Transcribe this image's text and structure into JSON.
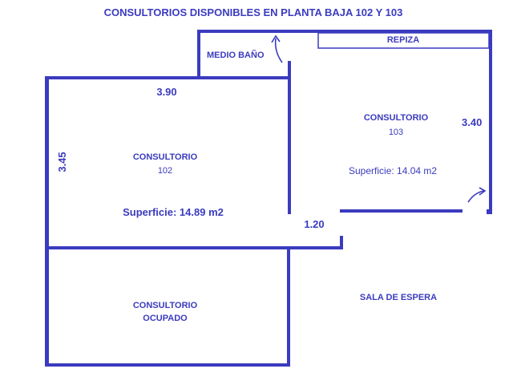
{
  "title": "CONSULTORIOS DISPONIBLES EN PLANTA BAJA 102 Y 103",
  "colors": {
    "wall": "#3b3bbf",
    "background": "#ffffff"
  },
  "rooms": {
    "medio_bano": {
      "label": "MEDIO BAÑO"
    },
    "repiza": {
      "label": "REPIZA"
    },
    "consultorio_102": {
      "name": "CONSULTORIO",
      "number": "102",
      "width_label": "3.90",
      "depth_label": "3.45",
      "area_label": "Superficie: 14.89 m2"
    },
    "consultorio_103": {
      "name": "CONSULTORIO",
      "number": "103",
      "depth_label": "3.40",
      "area_label": "Superficie: 14.04 m2"
    },
    "consultorio_ocupado": {
      "name": "CONSULTORIO",
      "status": "OCUPADO"
    },
    "sala_espera": {
      "label": "SALA DE ESPERA"
    }
  },
  "openings": {
    "door_width_label": "1.20"
  },
  "icons": [
    "door-swing-arrow-icon"
  ]
}
